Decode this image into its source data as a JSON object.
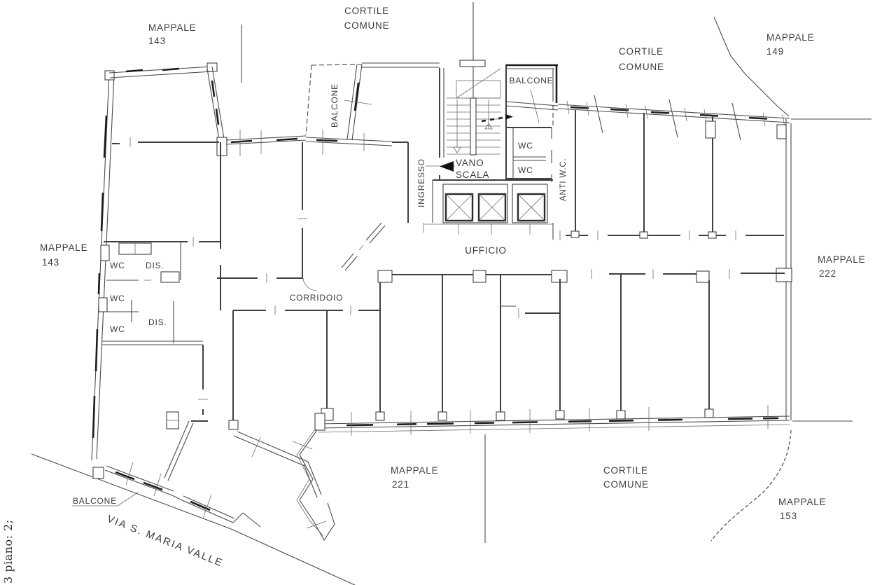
{
  "document": {
    "type": "cadastral-floor-plan",
    "floor_note": "3 piano: 2;",
    "street_name": "VIA S. MARIA VALLE",
    "ink_color": "#4a4a4a",
    "background_color": "#ffffff"
  },
  "labels": {
    "mappale_tl_name": "MAPPALE",
    "mappale_tl_num": "143",
    "cortile_top_1": "CORTILE",
    "cortile_top_2": "COMUNE",
    "cortile_tr_1": "CORTILE",
    "cortile_tr_2": "COMUNE",
    "mappale_tr_name": "MAPPALE",
    "mappale_tr_num": "149",
    "balcone_left": "BALCONE",
    "balcone_top": "BALCONE",
    "wc_core_1": "WC",
    "wc_core_2": "WC",
    "anti_wc": "ANTI W.C.",
    "vano": "VANO",
    "scala": "SCALA",
    "ingresso": "INGRESSO",
    "mappale_ml_name": "MAPPALE",
    "mappale_ml_num": "143",
    "wc_left_1": "WC",
    "dis_1": "DIS.",
    "wc_left_2": "WC",
    "wc_left_3": "WC",
    "dis_2": "DIS.",
    "ufficio": "UFFICIO",
    "corridoio": "CORRIDOIO",
    "mappale_r_name": "MAPPALE",
    "mappale_r_num": "222",
    "mappale_b_name": "MAPPALE",
    "mappale_b_num": "221",
    "cortile_b_1": "CORTILE",
    "cortile_b_2": "COMUNE",
    "mappale_br_name": "MAPPALE",
    "mappale_br_num": "153",
    "balcone_bottom": "BALCONE",
    "street": "VIA S. MARIA VALLE",
    "margin_note": "3 piano: 2;"
  }
}
